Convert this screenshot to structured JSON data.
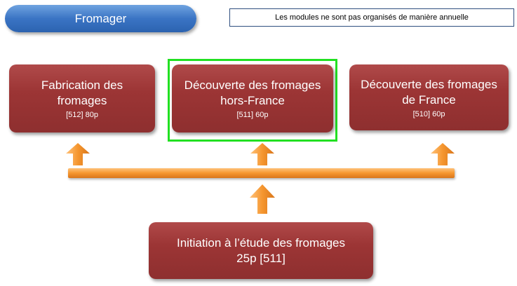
{
  "title": "Fromager",
  "note": "Les modules ne sont pas organisés de manière annuelle",
  "modules": [
    {
      "name_line1": "Fabrication des",
      "name_line2": "fromages",
      "info": "[512] 80p"
    },
    {
      "name_line1": "Découverte des fromages",
      "name_line2": "hors-France",
      "info": "[511] 60p",
      "highlighted": true
    },
    {
      "name_line1": "Découverte des fromages",
      "name_line2": "de France",
      "info": "[510] 60p"
    }
  ],
  "base_module": {
    "line1": "Initiation à l’étude des fromages",
    "line2": "25p [511]"
  },
  "colors": {
    "module": "#9c3535",
    "arrow": "#f5962f",
    "highlight": "#22e022",
    "title": "#3a74c4"
  }
}
